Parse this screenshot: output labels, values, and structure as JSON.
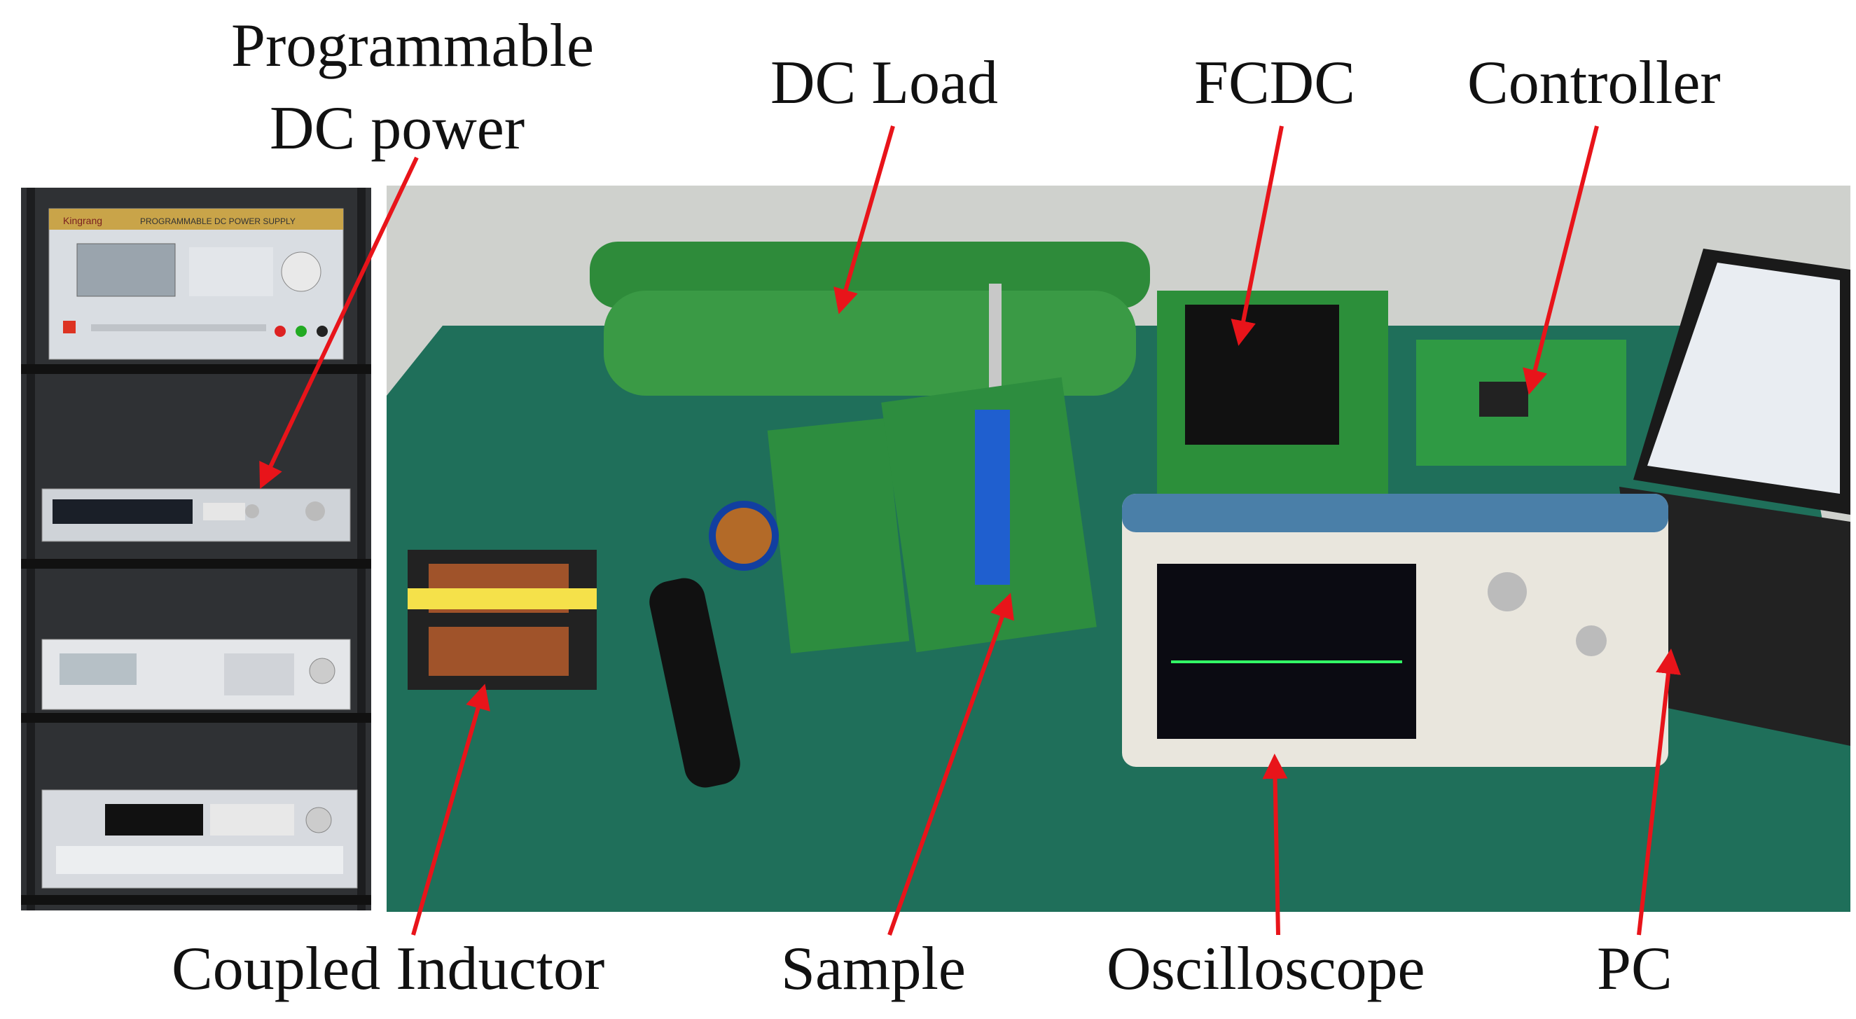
{
  "labels": {
    "programmable_dc_power_line1": "Programmable",
    "programmable_dc_power_line2": "DC power",
    "dc_load": "DC Load",
    "fcdc": "FCDC",
    "controller": "Controller",
    "coupled_inductor": "Coupled Inductor",
    "sample": "Sample",
    "oscilloscope": "Oscilloscope",
    "pc": "PC"
  },
  "rack": {
    "power_supply_brand": "Kingrang",
    "power_supply_title": "PROGRAMMABLE DC POWER SUPPLY"
  },
  "colors": {
    "arrow": "#e8141a",
    "bench_green": "#1f6f5a",
    "label_text": "#111111"
  }
}
